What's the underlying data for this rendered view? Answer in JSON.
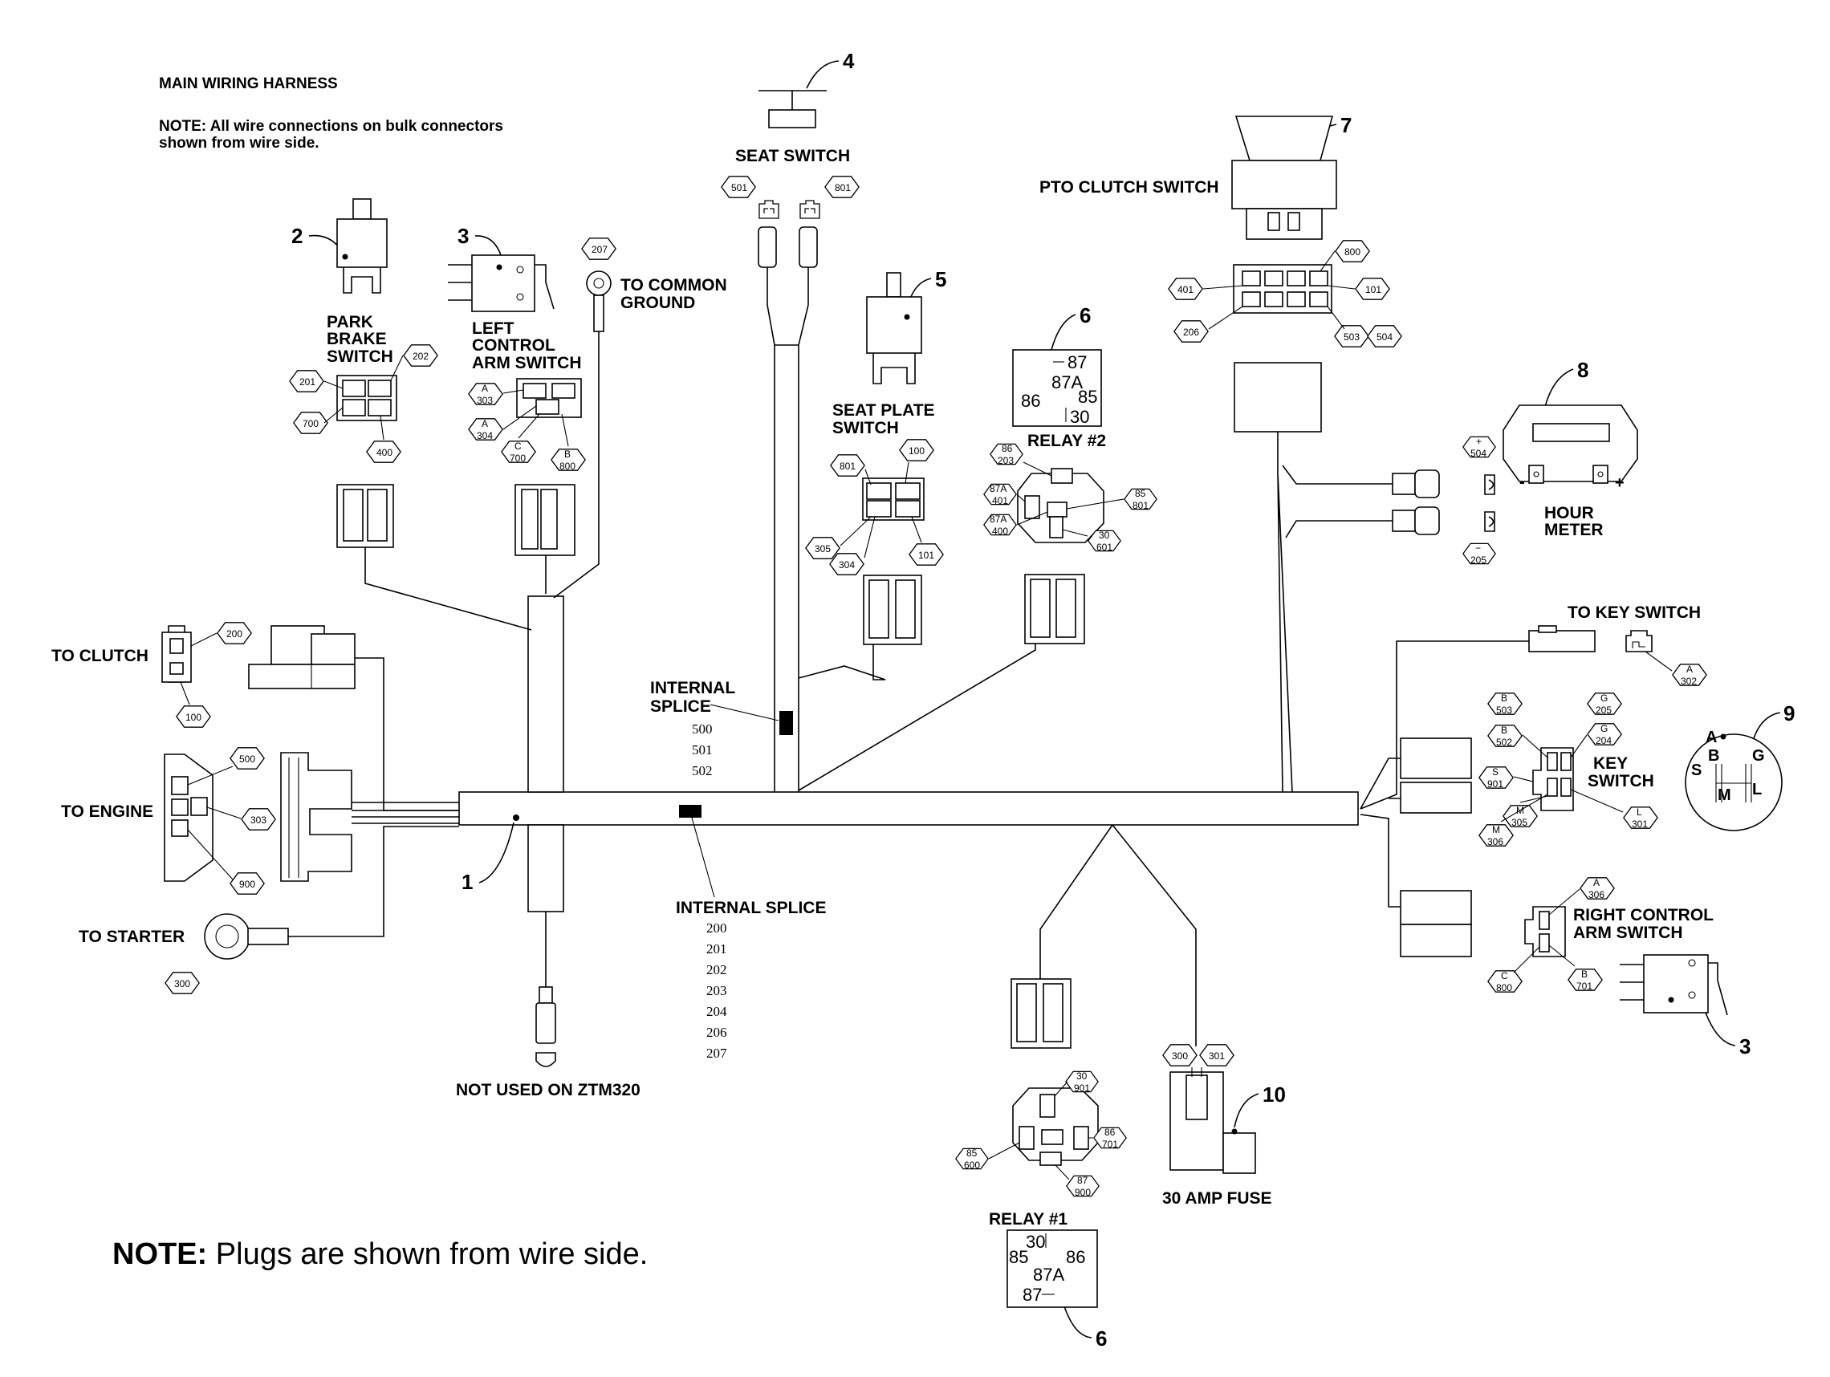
{
  "header": {
    "title": "MAIN WIRING HARNESS",
    "note_line1": "NOTE: All wire connections on bulk connectors",
    "note_line2": "shown from wire side."
  },
  "footer_note": {
    "bold": "NOTE:",
    "text": " Plugs are shown from wire side."
  },
  "callouts": {
    "c1": "1",
    "c2": "2",
    "c3": "3",
    "c4": "4",
    "c5": "5",
    "c6": "6",
    "c7": "7",
    "c8": "8",
    "c9": "9",
    "c10": "10"
  },
  "labels": {
    "seat_switch": "SEAT SWITCH",
    "pto_switch": "PTO CLUTCH SWITCH",
    "park_brake_1": "PARK",
    "park_brake_2": "BRAKE",
    "park_brake_3": "SWITCH",
    "left_arm_1": "LEFT",
    "left_arm_2": "CONTROL",
    "left_arm_3": "ARM SWITCH",
    "common_ground_1": "TO COMMON",
    "common_ground_2": "GROUND",
    "seat_plate_1": "SEAT PLATE",
    "seat_plate_2": "SWITCH",
    "relay2": "RELAY #2",
    "hour_meter_1": "HOUR",
    "hour_meter_2": "METER",
    "to_key_switch": "TO KEY SWITCH",
    "key_switch_1": "KEY",
    "key_switch_2": "SWITCH",
    "right_arm_1": "RIGHT CONTROL",
    "right_arm_2": "ARM SWITCH",
    "to_clutch": "TO CLUTCH",
    "to_engine": "TO ENGINE",
    "to_starter": "TO STARTER",
    "internal_splice_1a": "INTERNAL",
    "internal_splice_1b": "SPLICE",
    "internal_splice_2": "INTERNAL SPLICE",
    "not_used": "NOT USED ON ZTM320",
    "fuse": "30 AMP FUSE",
    "relay1": "RELAY #1"
  },
  "splice_upper": [
    "500",
    "501",
    "502"
  ],
  "splice_lower": [
    "200",
    "201",
    "202",
    "203",
    "204",
    "206",
    "207"
  ],
  "relay_pins": {
    "p87": "87",
    "p87a": "87A",
    "p86": "86",
    "p85": "85",
    "p30": "30"
  },
  "key_pins": {
    "a": "A",
    "b": "B",
    "g": "G",
    "s": "S",
    "m": "M",
    "l": "L"
  },
  "meter_signs": {
    "minus": "-",
    "plus": "+"
  },
  "wires": {
    "seat_l": "501",
    "seat_r": "801",
    "ground": "207",
    "pto_800": "800",
    "pto_401": "401",
    "pto_101": "101",
    "pto_206": "206",
    "pto_503": "503",
    "pto_504": "504",
    "pb_201": "201",
    "pb_202": "202",
    "pb_700": "700",
    "pb_400": "400",
    "la_a": "A",
    "la_303": "303",
    "la_a2": "A",
    "la_304": "304",
    "la_c": "C",
    "la_700": "700",
    "la_b": "B",
    "la_800": "800",
    "sp_801": "801",
    "sp_100": "100",
    "sp_305": "305",
    "sp_304": "304",
    "sp_101": "101",
    "r2_86": "86",
    "r2_203": "203",
    "r2_87a": "87A",
    "r2_401": "401",
    "r2_87a2": "87A",
    "r2_400": "400",
    "r2_85": "85",
    "r2_801": "801",
    "r2_30": "30",
    "r2_601": "601",
    "hm_plus": "+",
    "hm_504": "504",
    "hm_minus": "−",
    "hm_205": "205",
    "ks_a": "A",
    "ks_302": "302",
    "k_b1": "B",
    "k_503": "503",
    "k_b2": "B",
    "k_502": "502",
    "k_g1": "G",
    "k_205": "205",
    "k_g2": "G",
    "k_204": "204",
    "k_s": "S",
    "k_901": "901",
    "k_m1": "M",
    "k_306": "306",
    "k_m2": "M",
    "k_305": "305",
    "k_l": "L",
    "k_301": "301",
    "ra_a": "A",
    "ra_306": "306",
    "ra_c": "C",
    "ra_800": "800",
    "ra_b": "B",
    "ra_701": "701",
    "cl_200": "200",
    "cl_100": "100",
    "en_500": "500",
    "en_303": "303",
    "en_900": "900",
    "st_300": "300",
    "fu_300": "300",
    "fu_301": "301",
    "r1_30": "30",
    "r1_901": "901",
    "r1_86": "86",
    "r1_701": "701",
    "r1_85": "85",
    "r1_600": "600",
    "r1_87": "87",
    "r1_900": "900"
  }
}
